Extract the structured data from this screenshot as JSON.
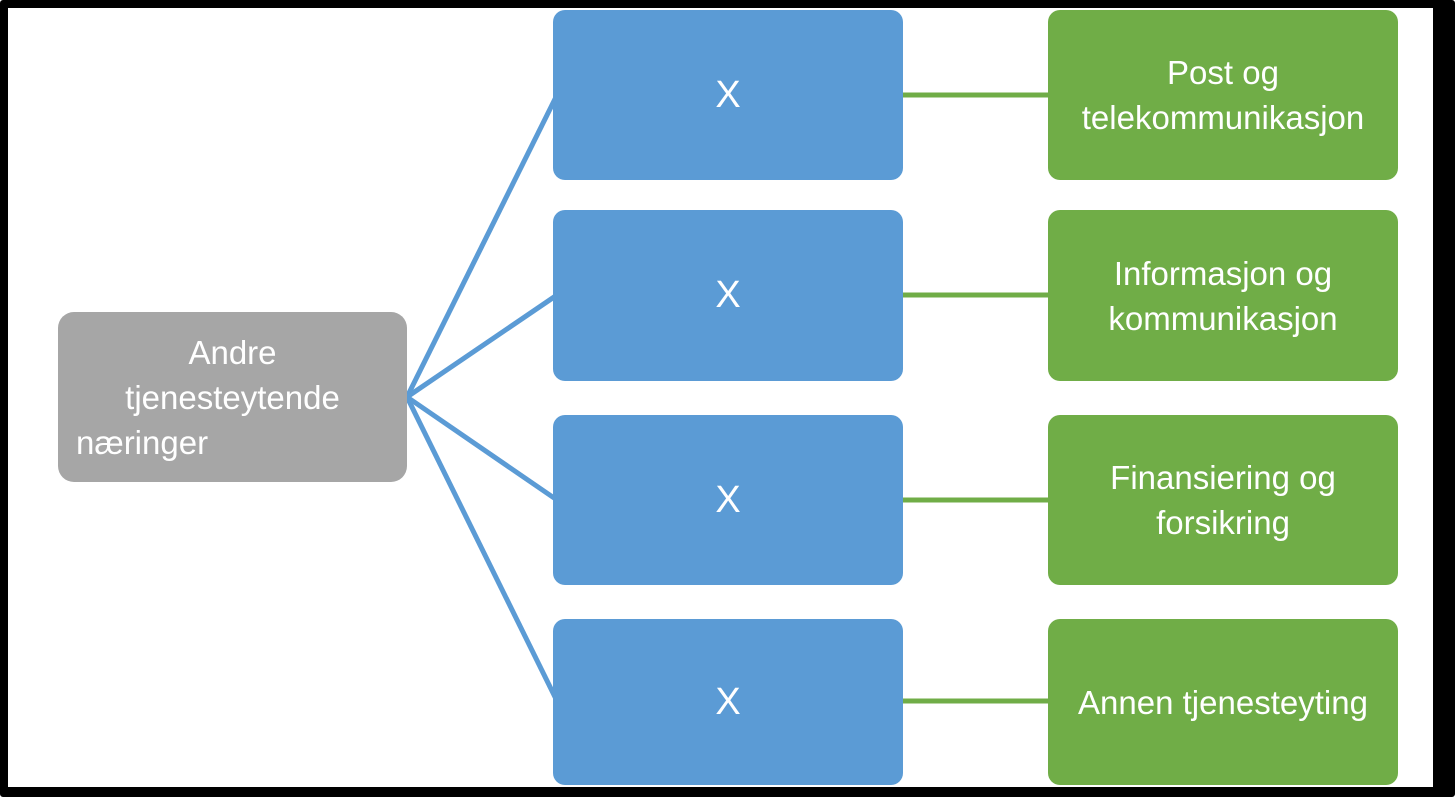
{
  "diagram": {
    "root": {
      "lines": [
        "Andre",
        "tjenesteytende",
        "næringer"
      ]
    },
    "rows": [
      {
        "mid_label": "X",
        "leaf_label": "Post og telekommunikasjon"
      },
      {
        "mid_label": "X",
        "leaf_label": "Informasjon og kommunikasjon"
      },
      {
        "mid_label": "X",
        "leaf_label": "Finansiering og forsikring"
      },
      {
        "mid_label": "X",
        "leaf_label": "Annen tjenesteyting"
      }
    ],
    "colors": {
      "root_fill": "#a6a6a6",
      "mid_fill": "#5b9bd5",
      "leaf_fill": "#70ad47",
      "connector_blue": "#5b9bd5",
      "connector_green": "#70ad47",
      "node_text": "#ffffff",
      "frame": "#000000",
      "background": "#ffffff"
    }
  }
}
